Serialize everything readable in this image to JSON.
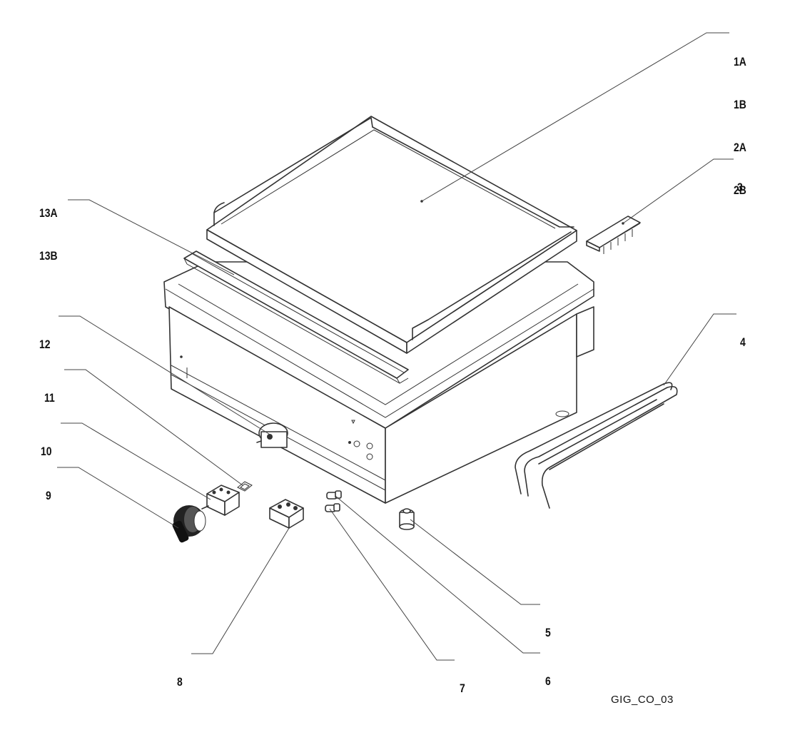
{
  "drawing_code": "GIG_CO_03",
  "callouts": [
    {
      "id": "c-1",
      "lines": [
        "1A",
        "1B",
        "2A",
        "2B"
      ]
    },
    {
      "id": "c-3",
      "lines": [
        "3"
      ]
    },
    {
      "id": "c-4",
      "lines": [
        "4"
      ]
    },
    {
      "id": "c-5",
      "lines": [
        "5"
      ]
    },
    {
      "id": "c-6",
      "lines": [
        "6"
      ]
    },
    {
      "id": "c-7",
      "lines": [
        "7"
      ]
    },
    {
      "id": "c-8",
      "lines": [
        "8"
      ]
    },
    {
      "id": "c-9",
      "lines": [
        "9"
      ]
    },
    {
      "id": "c-10",
      "lines": [
        "10"
      ]
    },
    {
      "id": "c-11",
      "lines": [
        "11"
      ]
    },
    {
      "id": "c-12",
      "lines": [
        "12"
      ]
    },
    {
      "id": "c-13",
      "lines": [
        "13A",
        "13B"
      ]
    }
  ],
  "parts": [
    {
      "callout": "1A",
      "name": "griddle-plate"
    },
    {
      "callout": "3",
      "name": "terminal-block"
    },
    {
      "callout": "4",
      "name": "heating-element"
    },
    {
      "callout": "5",
      "name": "adjustable-foot"
    },
    {
      "callout": "6",
      "name": "indicator-light"
    },
    {
      "callout": "7",
      "name": "indicator-light"
    },
    {
      "callout": "8",
      "name": "safety-thermostat"
    },
    {
      "callout": "9",
      "name": "control-knob"
    },
    {
      "callout": "10",
      "name": "rotary-switch"
    },
    {
      "callout": "11",
      "name": "thermostat-bracket"
    },
    {
      "callout": "12",
      "name": "thermostat"
    },
    {
      "callout": "13A",
      "name": "grease-channel"
    }
  ]
}
